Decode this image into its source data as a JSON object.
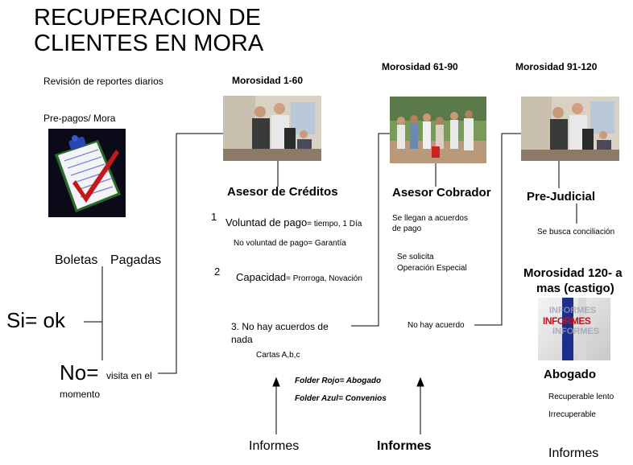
{
  "title": "RECUPERACION DE CLIENTES EN MORA",
  "left": {
    "review": "Revisión de reportes diarios",
    "prepagos": "Pre-pagos/ Mora",
    "boletas": "Boletas",
    "pagadas": "Pagadas",
    "si": "Si= ok",
    "no": "No=",
    "visita": "visita en el",
    "momento": "momento"
  },
  "col1": {
    "header": "Morosidad 1-60",
    "role": "Asesor de Créditos",
    "step1_num": "1",
    "step1_main": "Voluntad de pago",
    "step1_detail": "= tiempo, 1 Día",
    "step1_no": "No voluntad de pago= Garantía",
    "step2_num": "2",
    "step2_main": "Capacidad",
    "step2_detail": "= Prorroga, Novación",
    "step3_line1": "3.  No hay acuerdos de",
    "step3_line2": "nada",
    "cartas": "Cartas A,b,c",
    "folder_rojo": "Folder Rojo= Abogado",
    "folder_azul": "Folder Azul= Convenios",
    "informes": "Informes"
  },
  "col2": {
    "header": "Morosidad 61-90",
    "role": "Asesor Cobrador",
    "acuerdos": "Se llegan a acuerdos de pago",
    "solicita": "Se solicita",
    "operacion": "Operación Especial",
    "no_acuerdo": "No hay acuerdo",
    "informes": "Informes"
  },
  "col3": {
    "header": "Morosidad 91-120",
    "role": "Pre-Judicial",
    "conciliacion": "Se busca conciliación",
    "castigo_1": "Morosidad 120- a",
    "castigo_2": "mas (castigo)",
    "informes_logo": "INFORMES",
    "abogado": "Abogado",
    "lento": "Recuperable lento",
    "irrecuperable": "Irrecuperable",
    "informes": "Informes"
  },
  "colors": {
    "photo_wall": "#d9d2c4",
    "suit": "#3a3a3a",
    "shirt": "#e8e8e8",
    "clipboard_bg": "#0a0a18",
    "check": "#c21818",
    "informes_red": "#c0141c",
    "informes_blue": "#1c2e8c"
  }
}
